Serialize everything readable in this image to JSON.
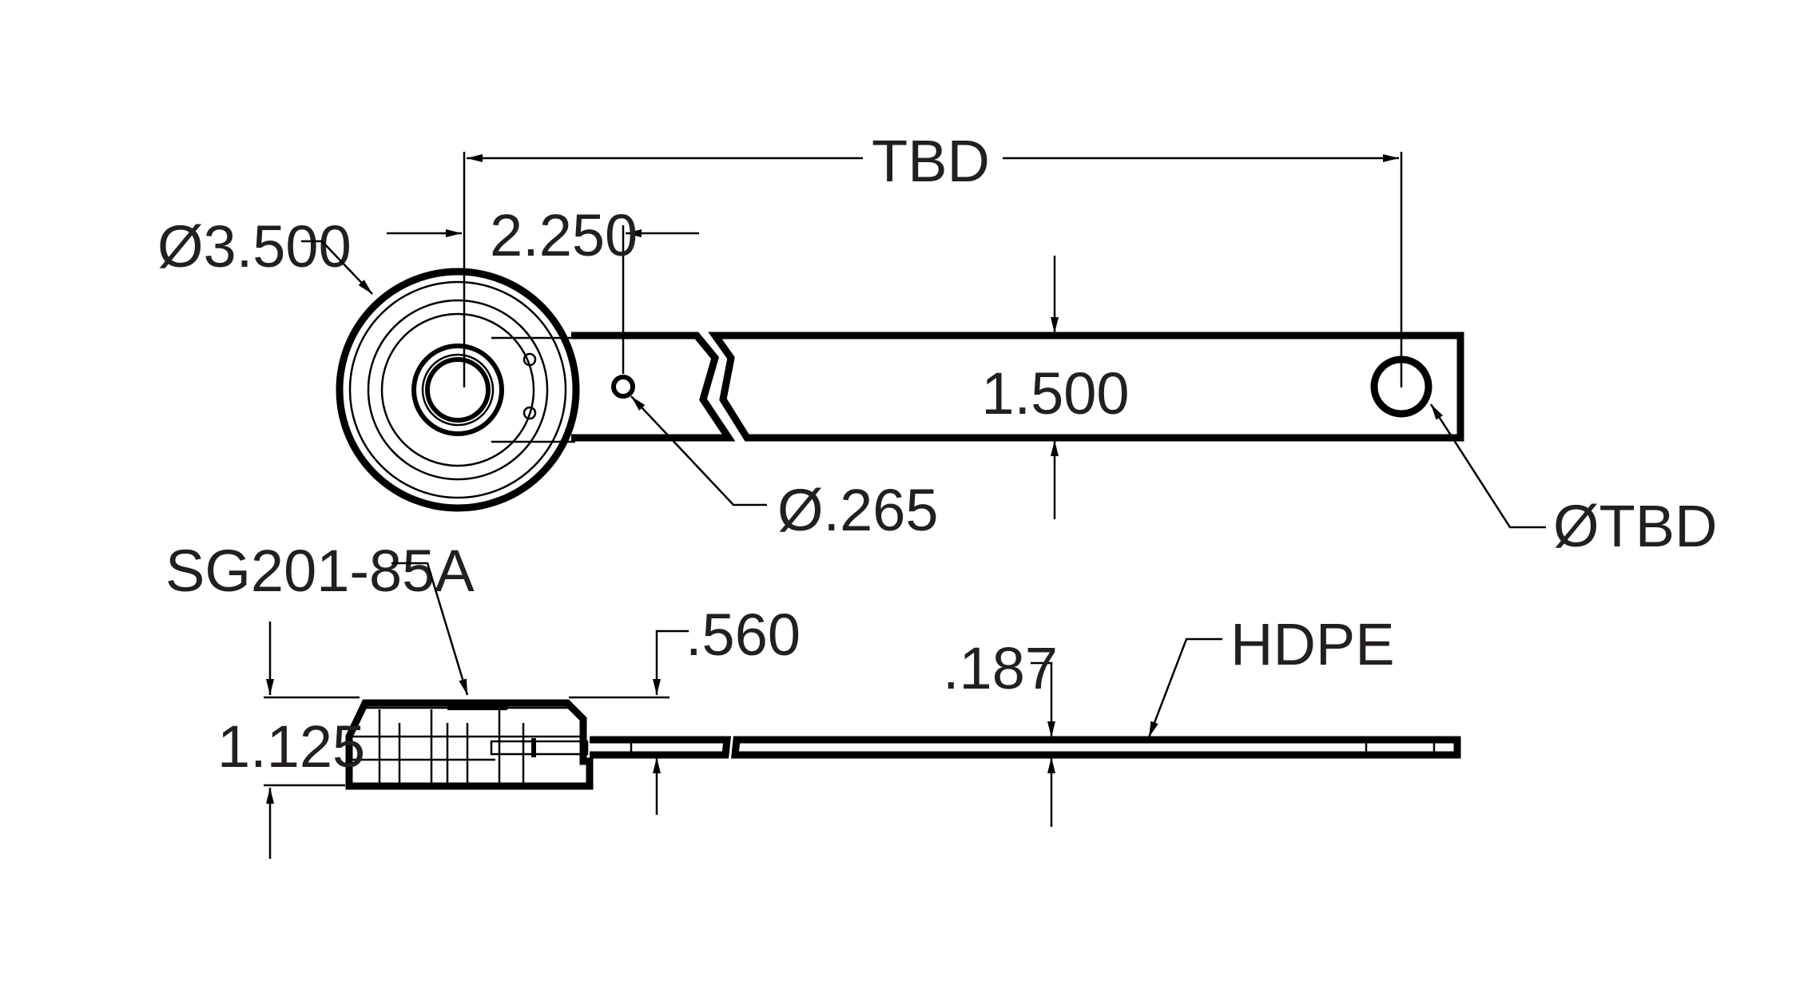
{
  "labels": {
    "overall_length": "TBD",
    "hub_diameter": "Ø3.500",
    "hub_to_hole": "2.250",
    "arm_width": "1.500",
    "small_hole_diameter": "Ø.265",
    "end_hole_diameter": "ØTBD",
    "part_number": "SG201-85A",
    "hub_height": "1.125",
    "arm_offset": ".560",
    "arm_thickness": ".187",
    "material": "HDPE"
  }
}
